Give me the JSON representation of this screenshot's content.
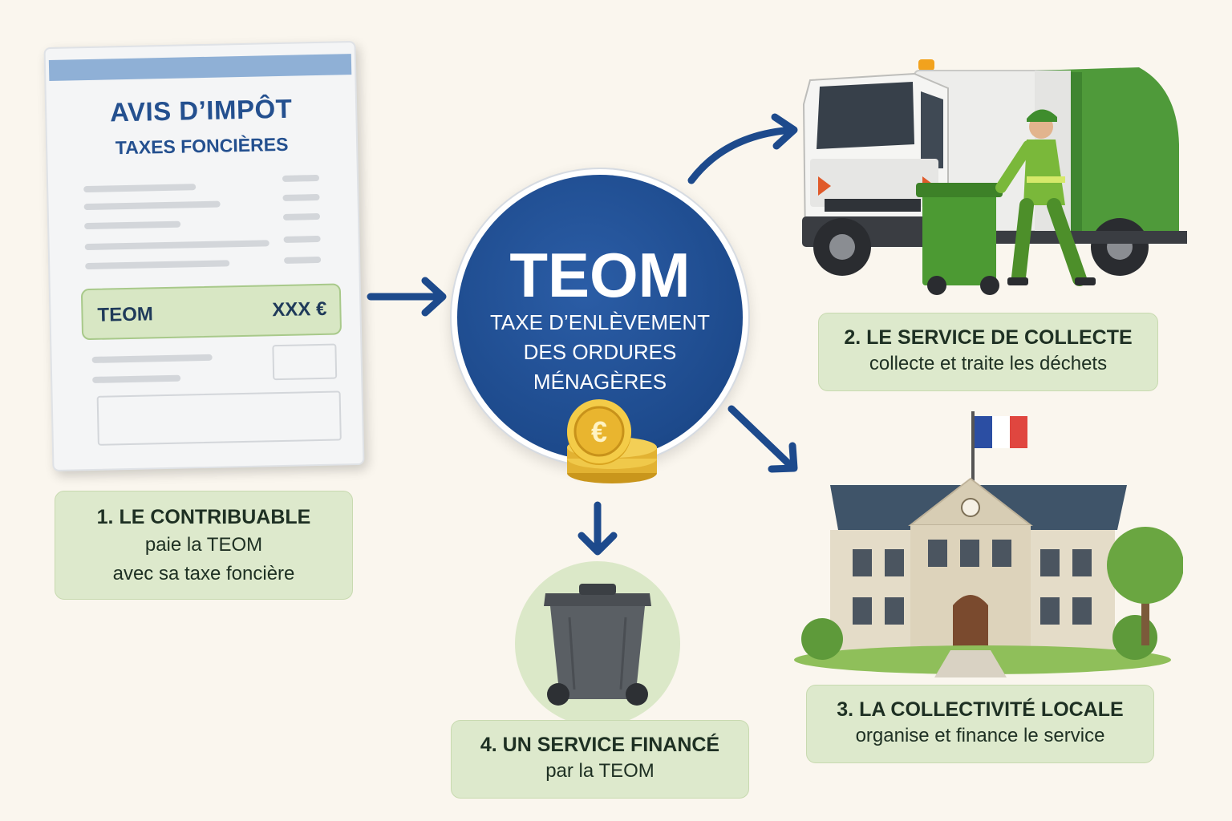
{
  "notice": {
    "title": "AVIS D’IMPÔT",
    "subtitle": "TAXES FONCIÈRES",
    "teom_label": "TEOM",
    "teom_amount": "XXX €"
  },
  "center": {
    "acronym": "TEOM",
    "full_name_line1": "TAXE D’ENLÈVEMENT",
    "full_name_line2": "DES ORDURES",
    "full_name_line3": "MÉNAGÈRES"
  },
  "steps": [
    {
      "title": "1. LE CONTRIBUABLE",
      "line1": "paie la TEOM",
      "line2": "avec sa taxe foncière"
    },
    {
      "title": "2. LE SERVICE DE COLLECTE",
      "line1": "collecte et traite les déchets"
    },
    {
      "title": "3. LA COLLECTIVITÉ LOCALE",
      "line1": "organise et finance le service"
    },
    {
      "title": "4. UN SERVICE FINANCÉ",
      "line1": "par la TEOM"
    }
  ],
  "coin_symbol": "€",
  "colors": {
    "navy": "#1d4a8c",
    "label_green": "#dde9cc",
    "truck_green": "#4f9a3a",
    "background": "#faf6ee"
  }
}
